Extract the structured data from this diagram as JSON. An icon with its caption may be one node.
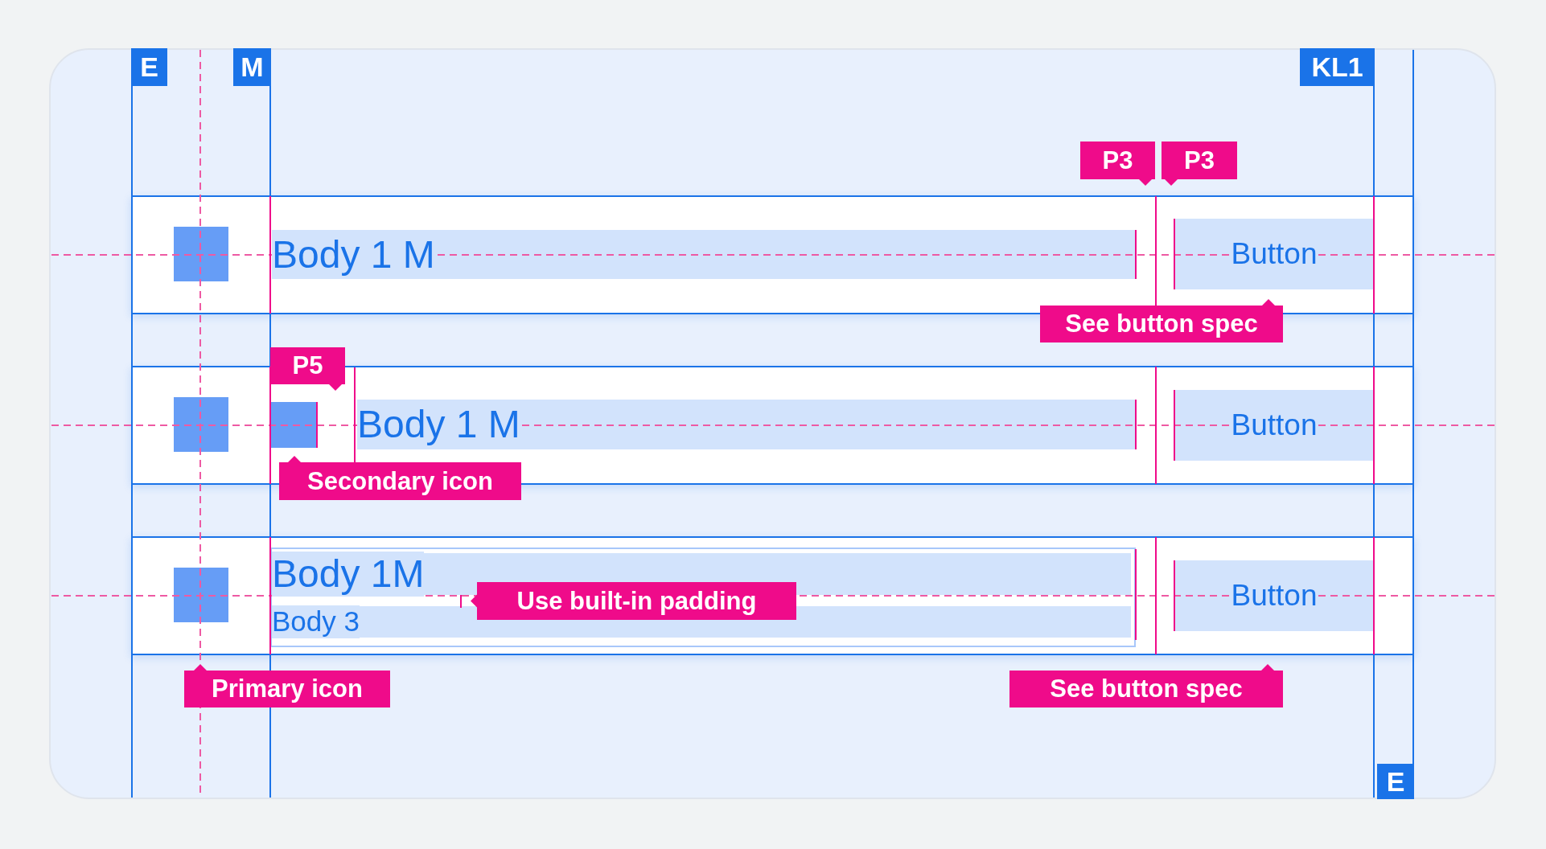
{
  "diagram": {
    "nodes": [
      {
        "text": [],
        "shape": "band"
      },
      {
        "text": [],
        "shape": "box",
        "in": 0
      },
      {
        "text": [
          "Body 1 M"
        ],
        "in": 0
      },
      {
        "text": [
          "Button"
        ],
        "in": 0
      },
      {
        "text": [],
        "shape": "band"
      },
      {
        "text": [],
        "shape": "box",
        "in": 4
      },
      {
        "text": [],
        "shape": "box",
        "in": 4
      },
      {
        "text": [
          "Body 1 M"
        ],
        "in": 4
      },
      {
        "text": [
          "Button"
        ],
        "in": 4
      },
      {
        "text": [],
        "shape": "band"
      },
      {
        "text": [],
        "shape": "box",
        "in": 9
      },
      {
        "text": [
          "Body 1M",
          "Body 3"
        ],
        "in": 9
      },
      {
        "text": [
          "Button"
        ],
        "in": 9
      }
    ],
    "labels": [
      "E",
      "M",
      "KL1",
      "P3",
      "P3",
      "See button spec",
      "P5",
      "Secondary icon",
      "Use built-in padding",
      "Primary icon",
      "See button spec",
      "E"
    ]
  }
}
